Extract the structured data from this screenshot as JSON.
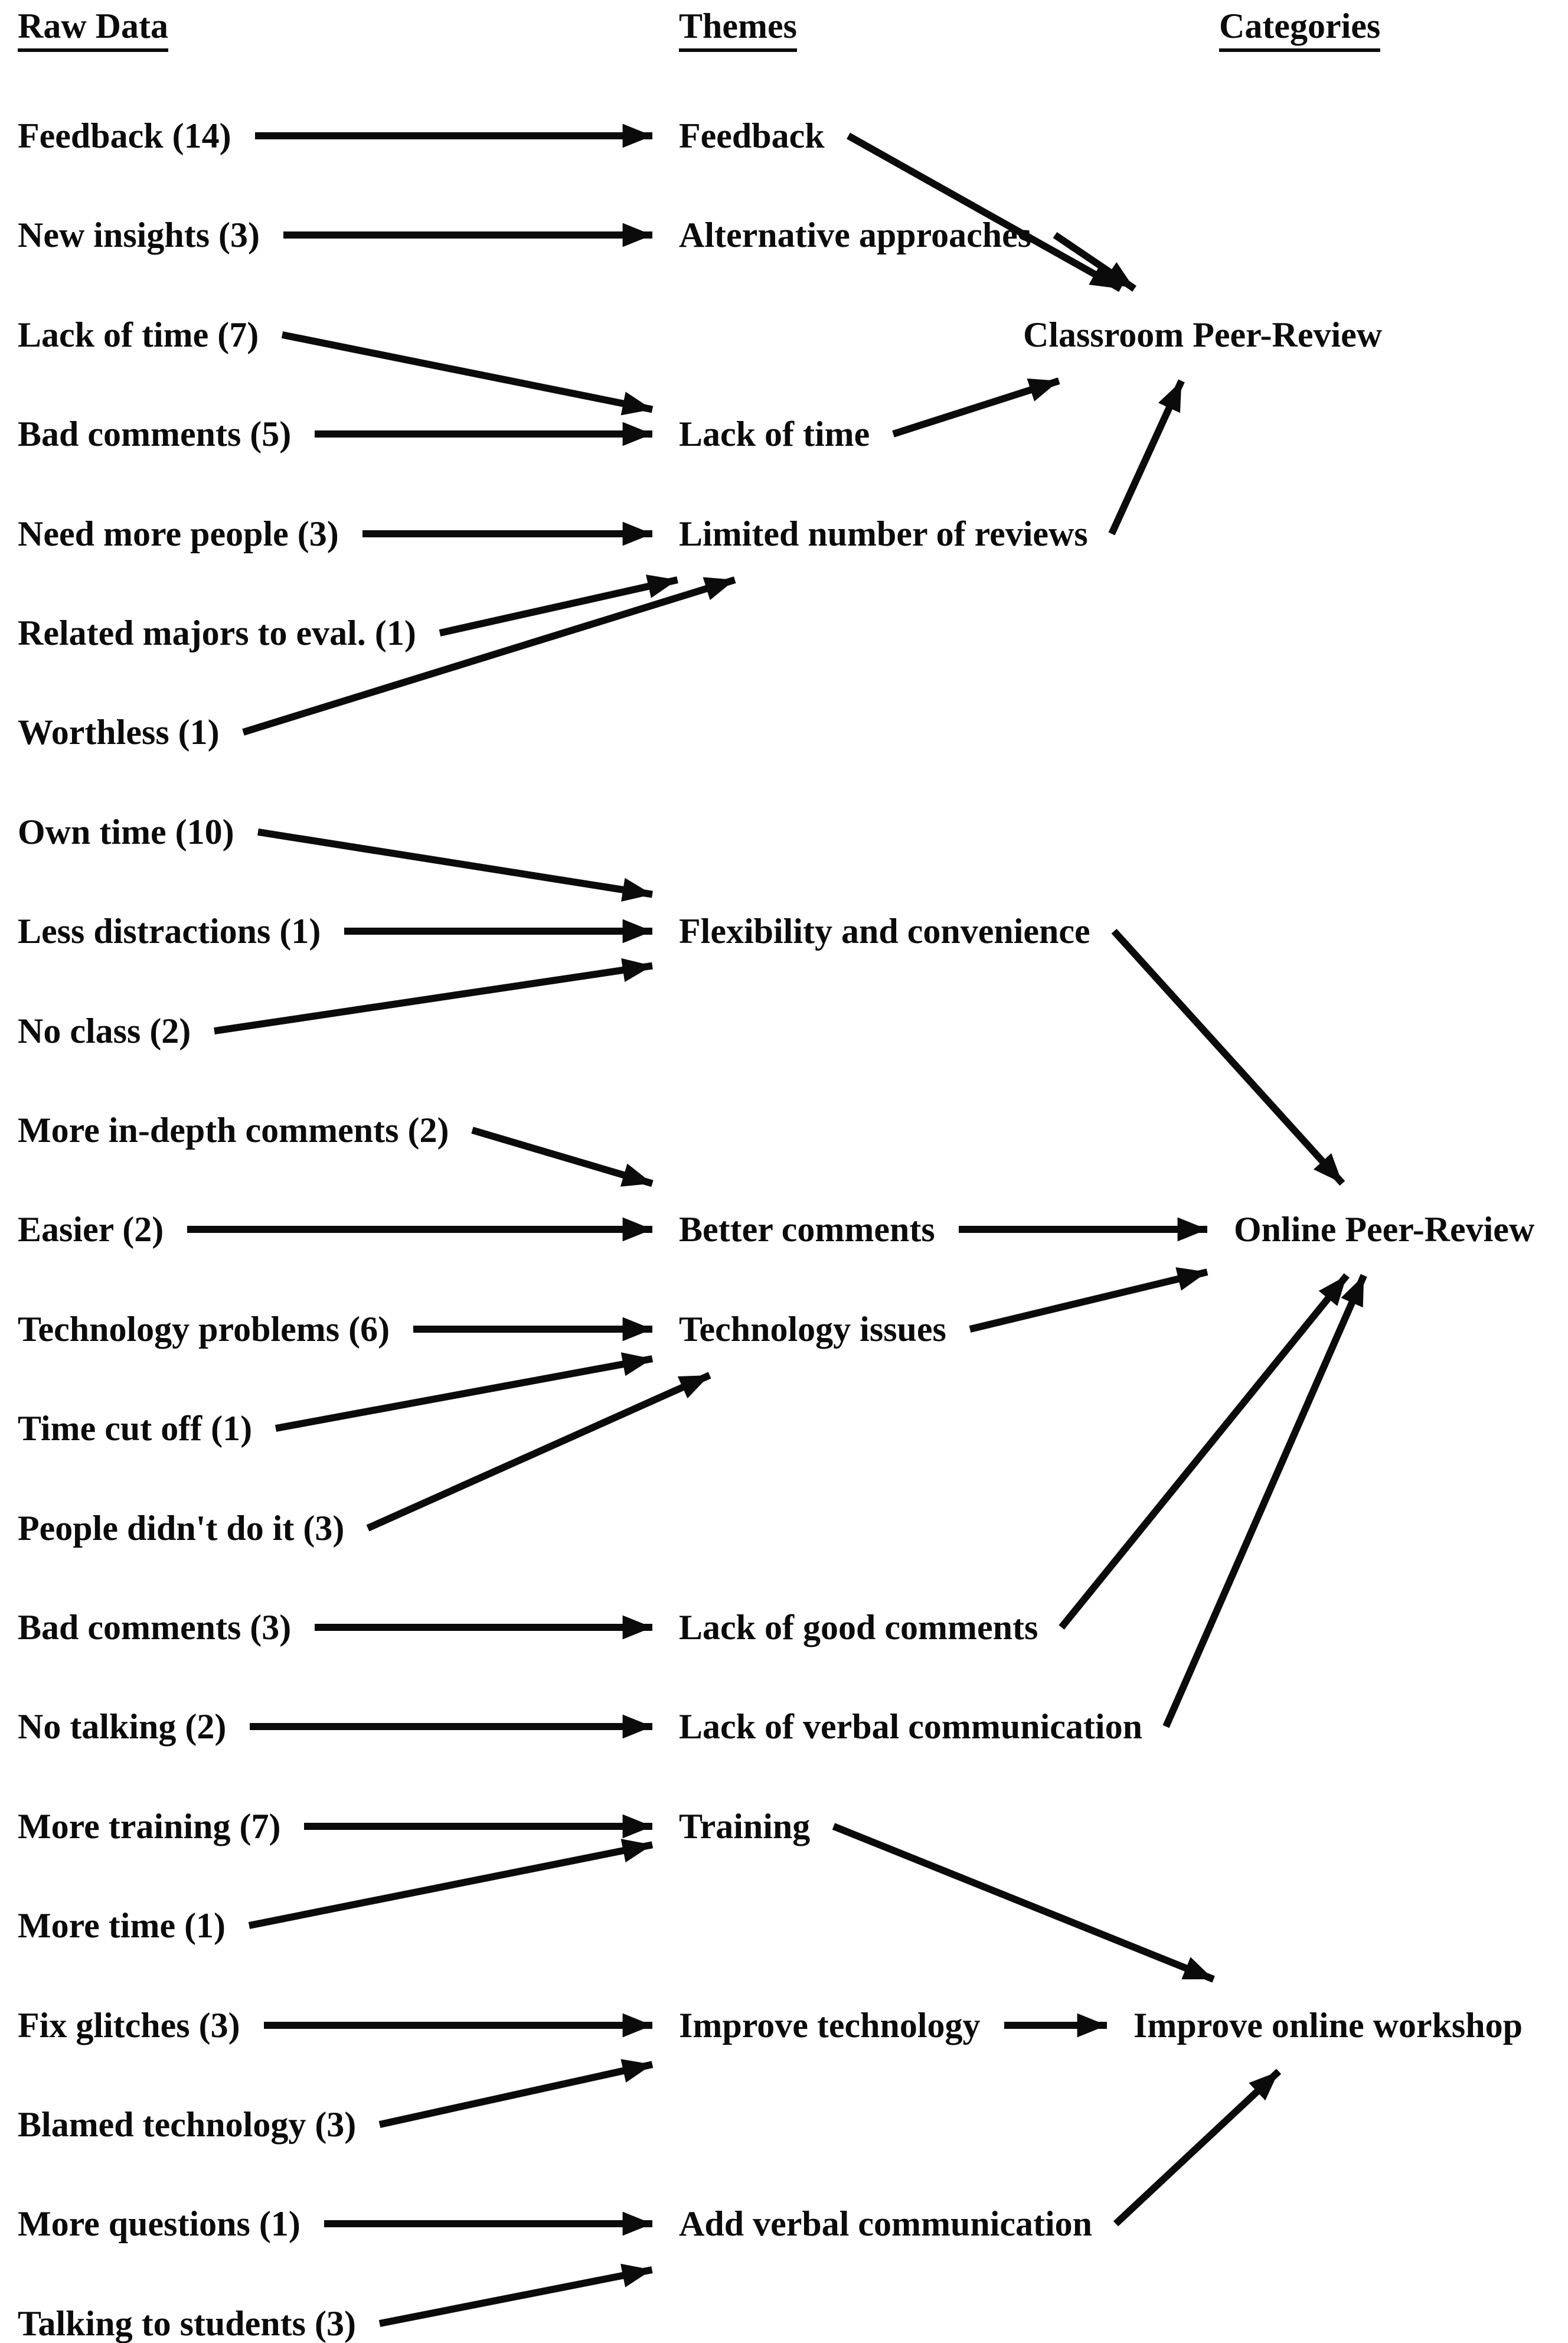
{
  "title": "Raw data to themes to categories coding diagram",
  "colors": {
    "background": "#ffffff",
    "ink": "#0b0b0b"
  },
  "headers": {
    "raw": "Raw Data",
    "themes": "Themes",
    "categories": "Categories"
  },
  "raw_data": [
    {
      "id": "feedback-14",
      "label": "Feedback (14)",
      "count": 14,
      "row": 0,
      "to": "t-feedback"
    },
    {
      "id": "new-insights",
      "label": "New insights (3)",
      "count": 3,
      "row": 1,
      "to": "t-alternative"
    },
    {
      "id": "lack-of-time-7",
      "label": "Lack of time (7)",
      "count": 7,
      "row": 2,
      "to": "t-lack-of-time"
    },
    {
      "id": "bad-comments-5",
      "label": "Bad comments (5)",
      "count": 5,
      "row": 3,
      "to": "t-lack-of-time"
    },
    {
      "id": "need-more-people",
      "label": "Need more people (3)",
      "count": 3,
      "row": 4,
      "to": "t-limited-reviews"
    },
    {
      "id": "related-majors",
      "label": "Related majors to eval. (1)",
      "count": 1,
      "row": 5,
      "to": "t-limited-reviews"
    },
    {
      "id": "worthless",
      "label": "Worthless (1)",
      "count": 1,
      "row": 6,
      "to": "t-limited-reviews"
    },
    {
      "id": "own-time",
      "label": "Own time (10)",
      "count": 10,
      "row": 7,
      "to": "t-flexibility"
    },
    {
      "id": "less-distractions",
      "label": "Less distractions (1)",
      "count": 1,
      "row": 8,
      "to": "t-flexibility"
    },
    {
      "id": "no-class",
      "label": "No class (2)",
      "count": 2,
      "row": 9,
      "to": "t-flexibility"
    },
    {
      "id": "more-in-depth",
      "label": "More in-depth comments (2)",
      "count": 2,
      "row": 10,
      "to": "t-better-comments"
    },
    {
      "id": "easier",
      "label": "Easier (2)",
      "count": 2,
      "row": 11,
      "to": "t-better-comments"
    },
    {
      "id": "technology-problems",
      "label": "Technology problems (6)",
      "count": 6,
      "row": 12,
      "to": "t-technology-issues"
    },
    {
      "id": "time-cut-off",
      "label": "Time cut off (1)",
      "count": 1,
      "row": 13,
      "to": "t-technology-issues"
    },
    {
      "id": "people-didnt-do-it",
      "label": "People didn't do it (3)",
      "count": 3,
      "row": 14,
      "to": "t-technology-issues"
    },
    {
      "id": "bad-comments-3",
      "label": "Bad comments (3)",
      "count": 3,
      "row": 15,
      "to": "t-lack-good-comments"
    },
    {
      "id": "no-talking",
      "label": "No talking (2)",
      "count": 2,
      "row": 16,
      "to": "t-lack-verbal"
    },
    {
      "id": "more-training",
      "label": "More training (7)",
      "count": 7,
      "row": 17,
      "to": "t-training"
    },
    {
      "id": "more-time",
      "label": "More time (1)",
      "count": 1,
      "row": 18,
      "to": "t-training"
    },
    {
      "id": "fix-glitches",
      "label": "Fix glitches (3)",
      "count": 3,
      "row": 19,
      "to": "t-improve-technology"
    },
    {
      "id": "blamed-technology",
      "label": "Blamed technology (3)",
      "count": 3,
      "row": 20,
      "to": "t-improve-technology"
    },
    {
      "id": "more-questions",
      "label": "More questions (1)",
      "count": 1,
      "row": 21,
      "to": "t-add-verbal"
    },
    {
      "id": "talking-to-students",
      "label": "Talking to students (3)",
      "count": 3,
      "row": 22,
      "to": "t-add-verbal"
    }
  ],
  "themes": [
    {
      "id": "t-feedback",
      "label": "Feedback",
      "row": 0,
      "category": "c-classroom"
    },
    {
      "id": "t-alternative",
      "label": "Alternative approaches",
      "row": 1,
      "category": "c-classroom"
    },
    {
      "id": "t-lack-of-time",
      "label": "Lack of time",
      "row": 3,
      "category": "c-classroom"
    },
    {
      "id": "t-limited-reviews",
      "label": "Limited number of reviews",
      "row": 4,
      "category": "c-classroom"
    },
    {
      "id": "t-flexibility",
      "label": "Flexibility and convenience",
      "row": 8,
      "category": "c-online"
    },
    {
      "id": "t-better-comments",
      "label": "Better comments",
      "row": 11,
      "category": "c-online"
    },
    {
      "id": "t-technology-issues",
      "label": "Technology issues",
      "row": 12,
      "category": "c-online"
    },
    {
      "id": "t-lack-good-comments",
      "label": "Lack of good comments",
      "row": 15,
      "category": "c-online"
    },
    {
      "id": "t-lack-verbal",
      "label": "Lack of verbal communication",
      "row": 16,
      "category": "c-online"
    },
    {
      "id": "t-training",
      "label": "Training",
      "row": 17,
      "category": "c-workshop"
    },
    {
      "id": "t-improve-technology",
      "label": "Improve technology",
      "row": 19,
      "category": "c-workshop"
    },
    {
      "id": "t-add-verbal",
      "label": "Add verbal communication",
      "row": 21,
      "category": "c-workshop"
    }
  ],
  "categories": [
    {
      "id": "c-classroom",
      "label": "Classroom Peer-Review",
      "row": 2
    },
    {
      "id": "c-online",
      "label": "Online Peer-Review",
      "row": 11
    },
    {
      "id": "c-workshop",
      "label": "Improve online workshop",
      "row": 19
    }
  ]
}
